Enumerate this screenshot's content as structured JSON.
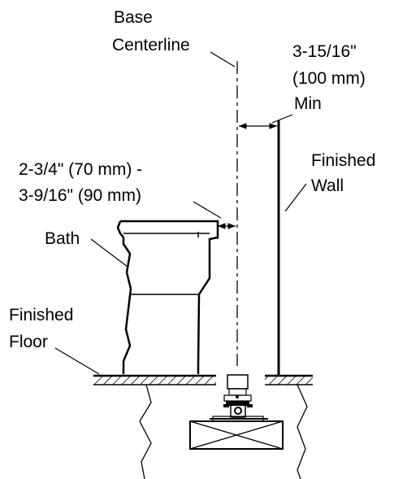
{
  "labels": {
    "base_centerline": [
      "Base",
      "Centerline"
    ],
    "wall_distance": [
      "3-15/16\"",
      "(100 mm)",
      "Min"
    ],
    "finished_wall": [
      "Finished",
      "Wall"
    ],
    "base_distance": [
      "2-3/4\" (70 mm) -",
      "3-9/16\" (90 mm)"
    ],
    "bath": "Bath",
    "finished_floor": [
      "Finished",
      "Floor"
    ]
  },
  "colors": {
    "line": "#000000",
    "background": "#ffffff"
  }
}
